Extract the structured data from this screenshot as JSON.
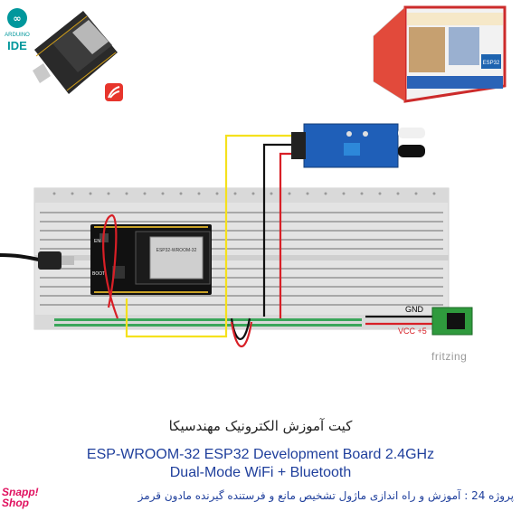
{
  "arduino_logo": {
    "text": "ARDUINO",
    "label": "IDE",
    "color": "#00979c"
  },
  "esp_board": {
    "chip_text": "ESP32-WROOM-32",
    "button_en": "EN",
    "button_boot": "BOOT"
  },
  "kit_box": {
    "label": "ESP32"
  },
  "sensor": {
    "name": "IR obstacle sensor"
  },
  "power": {
    "gnd_label": "GND",
    "vcc_label": "VCC +5",
    "gnd_color": "#000000",
    "vcc_color": "#d81f26"
  },
  "watermark": "fritzing",
  "title_fa": "کیت آموزش الکترونیک مهندسیکا",
  "title_en_line1": "ESP-WROOM-32 ESP32  Development Board 2.4GHz",
  "title_en_line2": "Dual-Mode WiFi + Bluetooth",
  "project_caption": "پروژه 24 : آموزش و راه اندازی ماژول تشخیص مانع و فرستنده گیرنده مادون قرمز",
  "shop_logo": {
    "line1": "Snapp!",
    "line2": "Shop",
    "color": "#e0115f"
  },
  "wire_colors": {
    "yellow": "#f5e11d",
    "black": "#111111",
    "red": "#d81f26"
  }
}
